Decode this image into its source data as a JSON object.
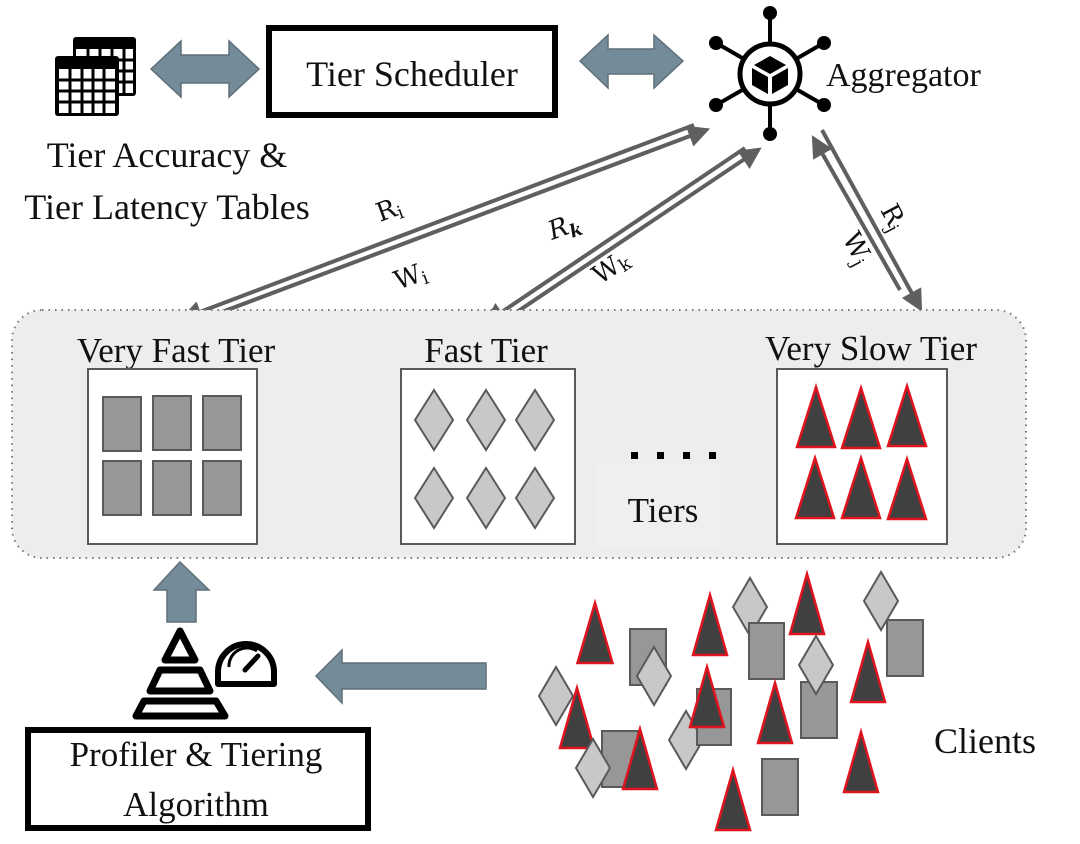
{
  "top": {
    "tables_label_line1": "Tier Accuracy &",
    "tables_label_line2": "Tier Latency Tables",
    "scheduler_label": "Tier Scheduler",
    "aggregator_label": "Aggregator"
  },
  "links": {
    "very_fast": {
      "upload_label": "R",
      "upload_sub": "i",
      "download_label": "W",
      "download_sub": "i"
    },
    "fast": {
      "upload_label": "R",
      "upload_sub": "k",
      "download_label": "W",
      "download_sub": "k"
    },
    "very_slow": {
      "upload_label": "R",
      "upload_sub": "j",
      "download_label": "W",
      "download_sub": "j"
    }
  },
  "tiers": [
    {
      "label": "Very Fast Tier",
      "client_shape": "rectangle",
      "count": 6
    },
    {
      "label": "Fast Tier",
      "client_shape": "diamond",
      "count": 6
    },
    {
      "label": "Very Slow Tier",
      "client_shape": "triangle",
      "count": 6
    }
  ],
  "ellipsis": {
    "dots": "....",
    "label": "Tiers"
  },
  "bottom": {
    "profiler_line1": "Profiler & Tiering",
    "profiler_line2": "Algorithm",
    "clients_label": "Clients"
  },
  "colors": {
    "block_arrow": "#748B99",
    "link_arrow": "#5F5F5F",
    "rect_fill": "#979797",
    "diamond_fill": "#C8C8C8",
    "triangle_fill": "#404040",
    "triangle_stroke": "#E0141E",
    "shape_stroke": "#5A5A5A",
    "tier_panel": "#ECEDEE"
  },
  "icons": {
    "tables": "tables-icon",
    "aggregator": "hub-cube-icon",
    "profiler": "pyramid-gauge-icon"
  }
}
